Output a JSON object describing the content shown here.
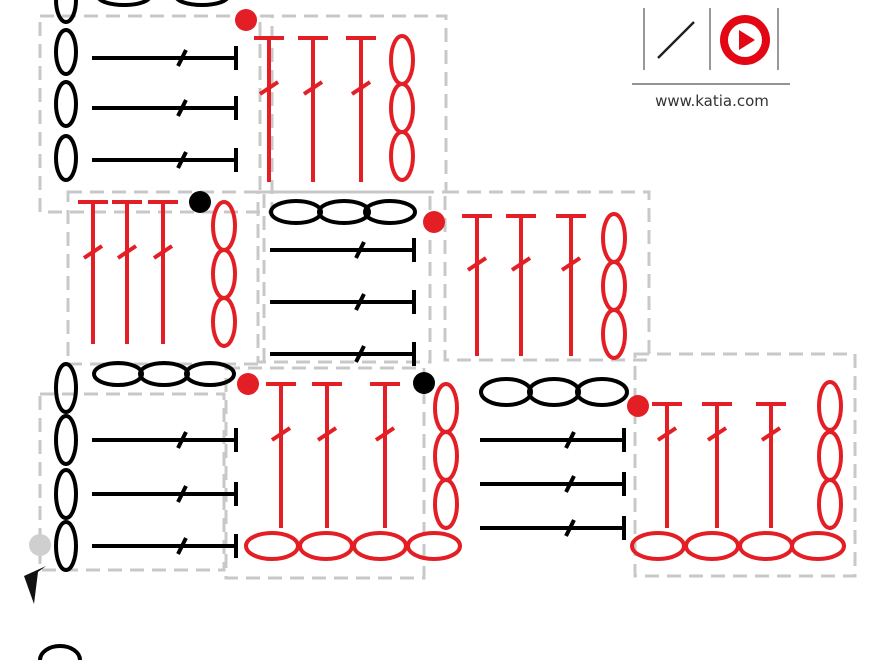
{
  "brand": {
    "url": "www.katia.com",
    "icons": [
      "slash-icon",
      "play-icon"
    ]
  },
  "colors": {
    "stitch_black": "#000000",
    "stitch_red": "#e31e24",
    "block_outline": "#c8c8c8",
    "start_dot": "#cfcfcf",
    "play_red": "#e30613"
  },
  "legend": {
    "symbols": [
      "chain-stitch",
      "double-crochet",
      "slip-stitch",
      "start-point"
    ]
  }
}
